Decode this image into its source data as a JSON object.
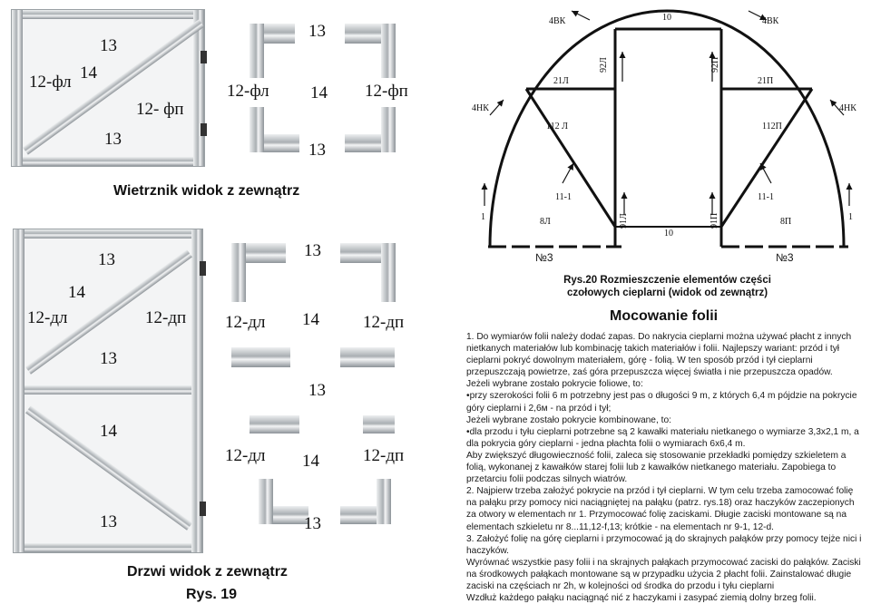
{
  "figures": {
    "wietrznik": {
      "caption": "Wietrznik widok z zewnątrz",
      "labels": {
        "top_13": "13",
        "left": "12-фл",
        "diag": "14",
        "right": "12- фп",
        "bottom_13": "13"
      },
      "details": {
        "top": "13",
        "left": "12-фл",
        "center": "14",
        "right": "12-фп",
        "bottom": "13"
      }
    },
    "drzwi": {
      "caption": "Drzwi widok z zewnątrz",
      "figure_no": "Rys. 19",
      "labels": {
        "top_13": "13",
        "upper_diag": "14",
        "left": "12-дл",
        "right": "12-дп",
        "mid_13": "13",
        "lower_diag": "14",
        "bottom_13": "13"
      },
      "details": {
        "top": "13",
        "upper_left": "12-дл",
        "upper_center": "14",
        "upper_right": "12-дп",
        "middle": "13",
        "lower_left": "12-дл",
        "lower_center": "14",
        "lower_right": "12-дп",
        "bottom": "13"
      }
    },
    "arch": {
      "caption": "Rys.20 Rozmieszczenie elementów części czołowych cieplarni (widok od zewnątrz)",
      "labels": {
        "bk_left": "4ВК",
        "bk_right": "4ВК",
        "top_10": "10",
        "l92": "92Л",
        "p92": "92П",
        "l21": "21Л",
        "p21": "21П",
        "nk_left": "4НК",
        "nk_right": "4НК",
        "l112": "112 Л",
        "p112": "112П",
        "l11": "11-1",
        "p11": "11-1",
        "l1": "1",
        "p1": "1",
        "l8": "8Л",
        "p8": "8П",
        "l91": "91Л",
        "p91": "91П",
        "bottom_10": "10",
        "no3_left": "№3",
        "no3_right": "№3"
      }
    }
  },
  "section": {
    "title": "Mocowanie folii",
    "paragraphs": [
      "1. Do wymiarów folii należy dodać zapas. Do nakrycia cieplarni można używać płacht z innych nietkanych materiałów lub kombinację takich materiałów i folii. Najlepszy wariant: przód i tył cieplarni pokryć dowolnym materiałem, górę - folią. W ten sposób przód i tył cieplarni przepuszczają powietrze, zaś góra przepuszcza więcej światła  i nie przepuszcza opadów.",
      "Jeżeli wybrane zostało pokrycie foliowe, to:",
      "•przy szerokości folii 6 m potrzebny jest pas o długości 9 m, z których 6,4 m pójdzie na pokrycie góry cieplarni i 2,6м - na przód i tył;",
      "Jeżeli wybrane zostało pokrycie kombinowane, to:",
      "•dla przodu i tyłu cieplarni potrzebne są 2 kawałki materiału nietkanego o wymiarze 3,3x2,1 m, a dla pokrycia góry cieplarni - jedna płachta folii o wymiarach 6x6,4 m.",
      "Aby zwiększyć długowieczność folii, zaleca się stosowanie przekładki pomiędzy szkieletem a folią, wykonanej z kawałków starej folii lub z kawałków nietkanego materiału. Zapobiega to przetarciu folii podczas silnych wiatrów.",
      "2. Najpierw trzeba założyć pokrycie na przód i tył cieplarni. W tym celu trzeba zamocować folię na pałąku przy pomocy nici naciągniętej na pałąku (patrz. rys.18) oraz haczyków zaczepionych za otwory w elementach nr 1. Przymocować folię zaciskami. Długie zaciski montowane są na elementach szkieletu nr 8...11,12-f,13; krótkie - na elementach nr 9-1, 12-d.",
      "3. Założyć folię na górę cieplarni i przymocować ją do skrajnych pałąków przy pomocy tejże nici i haczyków.",
      "Wyrównać wszystkie pasy folii i na skrajnych pałąkach przymocować zaciski do pałąków. Zaciski na środkowych pałąkach montowane są w przypadku użycia 2 płacht folii. Zainstalować długie zaciski na częściach nr 2h, w kolejności od środka do przodu i tyłu cieplarni",
      "Wzdłuż każdego pałąku naciągnąć nić z haczykami i zasypać ziemią dolny brzeg folii."
    ]
  }
}
